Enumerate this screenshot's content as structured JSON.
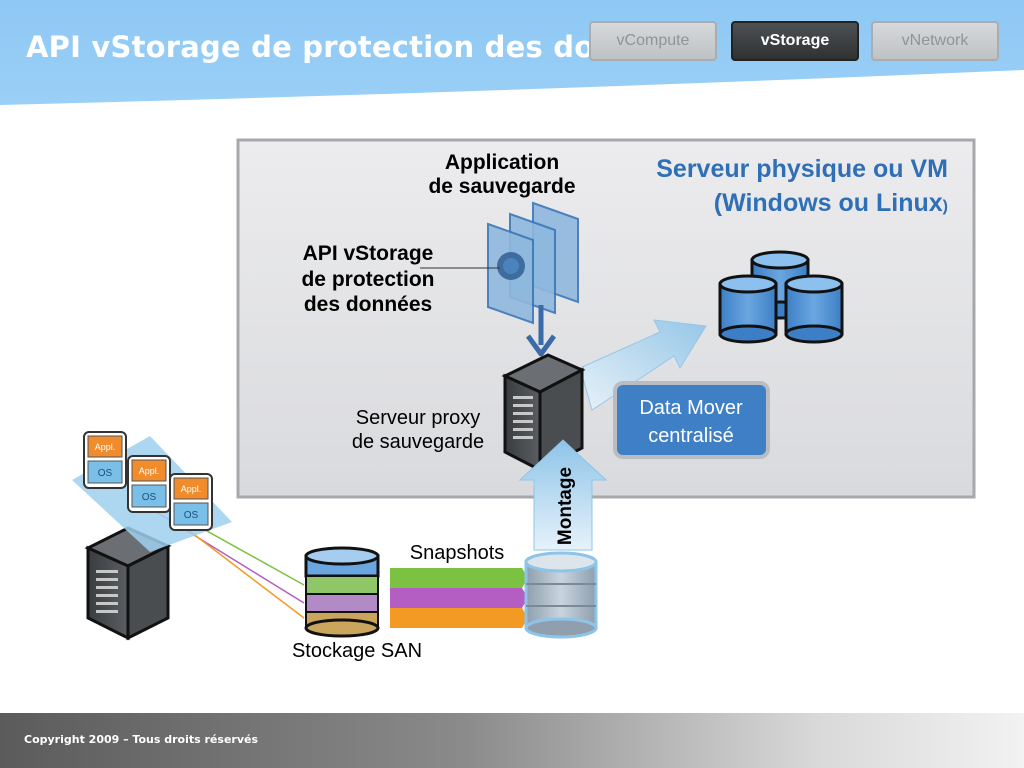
{
  "header": {
    "title": "API vStorage de protection des données",
    "tabs": [
      {
        "label": "vCompute",
        "active": false
      },
      {
        "label": "vStorage",
        "active": true
      },
      {
        "label": "vNetwork",
        "active": false
      }
    ]
  },
  "diagram": {
    "vm_box": {
      "line1": "Serveur physique ou VM",
      "line2": "(Windows ou Linux",
      "paren": ")"
    },
    "backup_app": {
      "line1": "Application",
      "line2": "de sauvegarde"
    },
    "api_label": {
      "line1": "API vStorage",
      "line2": "de protection",
      "line3": "des données"
    },
    "proxy_label": {
      "line1": "Serveur proxy",
      "line2": "de sauvegarde"
    },
    "data_mover": {
      "line1": "Data Mover",
      "line2": "centralisé"
    },
    "mount_label": "Montage",
    "snapshots_label": "Snapshots",
    "san_label": "Stockage SAN",
    "vm_cards": [
      {
        "app": "Appl.",
        "os": "OS"
      },
      {
        "app": "Appl.",
        "os": "OS"
      },
      {
        "app": "Appl.",
        "os": "OS"
      }
    ]
  },
  "colors": {
    "header": "#8ec8f4",
    "vm_box_title": "#2e6fb5",
    "appl_orange": "#f08c2c",
    "os_blue": "#79bfe8",
    "snapshot_green": "#7cc242",
    "snapshot_purple": "#b45ec4",
    "snapshot_orange": "#f39a25"
  },
  "footer": {
    "copyright": "Copyright 2009 – Tous droits réservés"
  }
}
